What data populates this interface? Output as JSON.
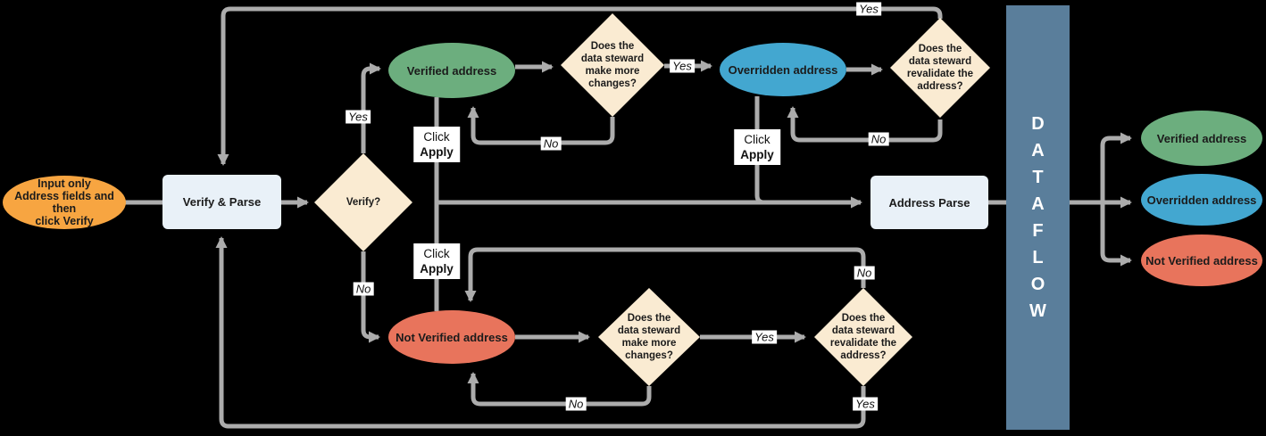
{
  "colors": {
    "input_orange": "#F7A541",
    "verified_green": "#6CAE7E",
    "overridden_blue": "#43A7D0",
    "not_verified_red": "#E8745C",
    "diamond_cream": "#FAEBD2",
    "process_blue": "#E9F1F8",
    "dataflow_bar": "#5A7E9B",
    "connector_gray": "#ACACAC"
  },
  "nodes": {
    "input": {
      "line1": "Input only",
      "line2": "Address fields and then",
      "line3": "click Verify"
    },
    "verify_parse": {
      "label": "Verify & Parse"
    },
    "verify_decision": {
      "label": "Verify?"
    },
    "verified": {
      "label": "Verified address"
    },
    "changes_top": {
      "l1": "Does the",
      "l2": "data steward",
      "l3": "make more",
      "l4": "changes?"
    },
    "overridden": {
      "label": "Overridden address"
    },
    "revalidate_top": {
      "l1": "Does the",
      "l2": "data steward",
      "l3": "revalidate the",
      "l4": "address?"
    },
    "address_parse": {
      "label": "Address Parse"
    },
    "dataflow": {
      "letters": [
        "D",
        "A",
        "T",
        "A",
        "F",
        "L",
        "O",
        "W"
      ]
    },
    "not_verified": {
      "label": "Not Verified address"
    },
    "changes_bottom": {
      "l1": "Does the",
      "l2": "data steward",
      "l3": "make more",
      "l4": "changes?"
    },
    "revalidate_bottom": {
      "l1": "Does the",
      "l2": "data steward",
      "l3": "revalidate the",
      "l4": "address?"
    },
    "out_verified": {
      "label": "Verified address"
    },
    "out_overridden": {
      "label": "Overridden address"
    },
    "out_not_verified": {
      "label": "Not Verified address"
    }
  },
  "edge_labels": {
    "yes": "Yes",
    "no": "No",
    "click": "Click",
    "apply": "Apply"
  }
}
